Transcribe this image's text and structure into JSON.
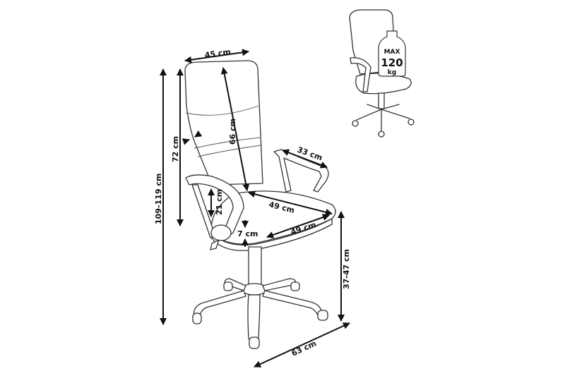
{
  "diagram": {
    "subject": "office chair",
    "dimensions": {
      "seat_back_width": "45 cm",
      "backrest_height": "66 cm",
      "backrest_side_height": "72 cm",
      "total_height": "109-119 cm",
      "armrest_length": "33 cm",
      "armrest_height": "21 cm",
      "seat_depth": "49 cm",
      "seat_width": "49 cm",
      "seat_thickness": "7 cm",
      "seat_height": "37-47 cm",
      "base_diameter": "63 cm"
    },
    "weight_badge": {
      "line1": "MAX",
      "line2": "120",
      "line3": "kg"
    }
  }
}
